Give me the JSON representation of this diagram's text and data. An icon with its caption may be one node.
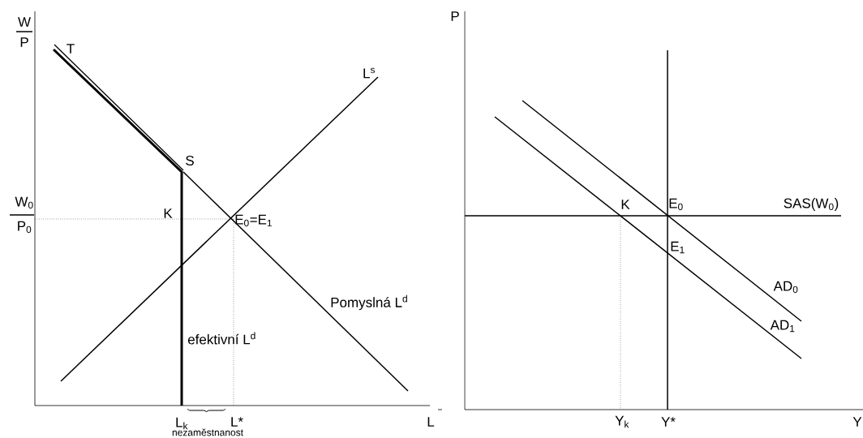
{
  "diagram": {
    "labels": [
      "W",
      "P",
      "T",
      "L$^{s}$",
      "S",
      "W$_{0}$",
      "P$_{0}$",
      "K",
      "E$_{0}$=E$_{1}$",
      "Pomyslná L$^{d}$",
      "efektivní L$^{d}$",
      "L$_{k}$",
      "L*",
      "nezaměstnanost",
      "L",
      "P",
      "K",
      "E$_{0}$",
      "SAS(W$_{0}$)",
      "E$_{1}$",
      "AD$_{0}$",
      "AD$_{1}$",
      "Y$_{k}$",
      "Y*",
      "Y"
    ]
  }
}
